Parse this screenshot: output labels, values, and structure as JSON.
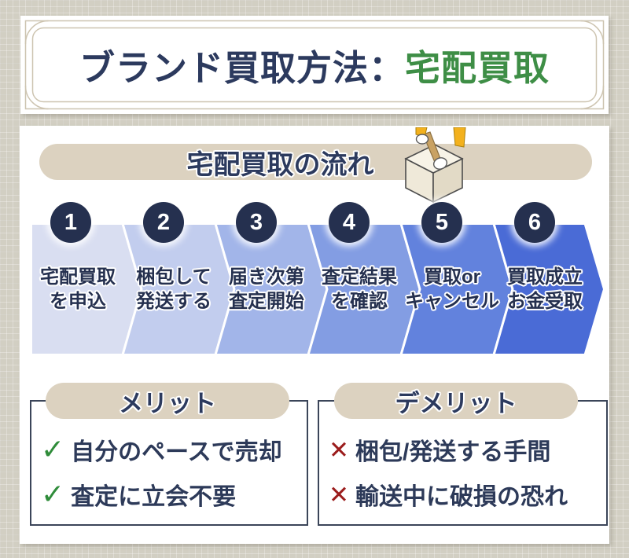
{
  "title": {
    "prefix": "ブランド買取方法：",
    "highlight": "宅配買取"
  },
  "flow": {
    "heading": "宅配買取の流れ",
    "steps": [
      {
        "num": "1",
        "line1": "宅配買取",
        "line2": "を申込",
        "color": "#d9def1"
      },
      {
        "num": "2",
        "line1": "梱包して",
        "line2": "発送する",
        "color": "#c2cdee"
      },
      {
        "num": "3",
        "line1": "届き次第",
        "line2": "査定開始",
        "color": "#a2b5e9"
      },
      {
        "num": "4",
        "line1": "査定結果",
        "line2": "を確認",
        "color": "#839de3"
      },
      {
        "num": "5",
        "line1": "買取or",
        "line2": "キャンセル",
        "color": "#6282dd"
      },
      {
        "num": "6",
        "line1": "買取成立",
        "line2": "お金受取",
        "color": "#4a6bd6"
      }
    ]
  },
  "merits": {
    "heading": "メリット",
    "check_mark": "✓",
    "items": [
      "自分のペースで売却",
      "査定に立会不要"
    ]
  },
  "demerits": {
    "heading": "デメリット",
    "cross_mark": "✕",
    "items": [
      "梱包/発送する手間",
      "輸送中に破損の恐れ"
    ]
  },
  "colors": {
    "title_navy": "#2c3a5e",
    "title_green": "#3e8e46",
    "pill_beige": "#dcd2c0",
    "circle_navy": "#25304f",
    "check_green": "#2f8c3a",
    "cross_red": "#9b1c1c"
  }
}
